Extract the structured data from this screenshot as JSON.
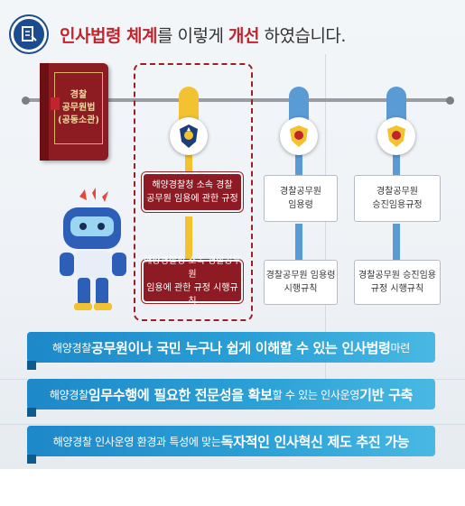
{
  "title": {
    "part1": "인사법령 체계",
    "part2": "를 이렇게 ",
    "part3": "개선",
    "part4": " 하였습니다."
  },
  "book": {
    "lines": [
      "경찰",
      "공무원법",
      "(공동소관)"
    ]
  },
  "colors": {
    "accent_red": "#8e1b23",
    "accent_blue": "#1e88c9",
    "pin_yellow": "#f2c230",
    "pin_blue": "#5b9bd5"
  },
  "icons": {
    "title": "document-icon",
    "coast_guard": "coast-guard-emblem-icon",
    "police": "police-emblem-icon"
  },
  "columns": [
    {
      "top": "해양경찰청 소속 경찰\n공무원 임용에 관한 규정",
      "bottom": "해양경찰청 소속 경찰공무원\n임용에 관한 규정 시행규칙"
    },
    {
      "top": "경찰공무원\n임용령",
      "bottom": "경찰공무원 임용령\n시행규칙"
    },
    {
      "top": "경찰공무원\n승진임용규정",
      "bottom": "경찰공무원 승진임용\n규정 시행규칙"
    }
  ],
  "banners": [
    {
      "pre": "해양경찰 ",
      "bold": "공무원이나 국민 누구나 쉽게 이해할 수 있는 인사법령",
      "post": " 마련"
    },
    {
      "pre": "해양경찰 ",
      "bold": "임무수행에 필요한 전문성을 확보",
      "post": "할 수 있는 인사운영 ",
      "bold2": "기반 구축"
    },
    {
      "pre": "해양경찰 인사운영 환경과 특성에 맞는 ",
      "bold": "독자적인 인사혁신 제도 추진 가능",
      "post": ""
    }
  ]
}
